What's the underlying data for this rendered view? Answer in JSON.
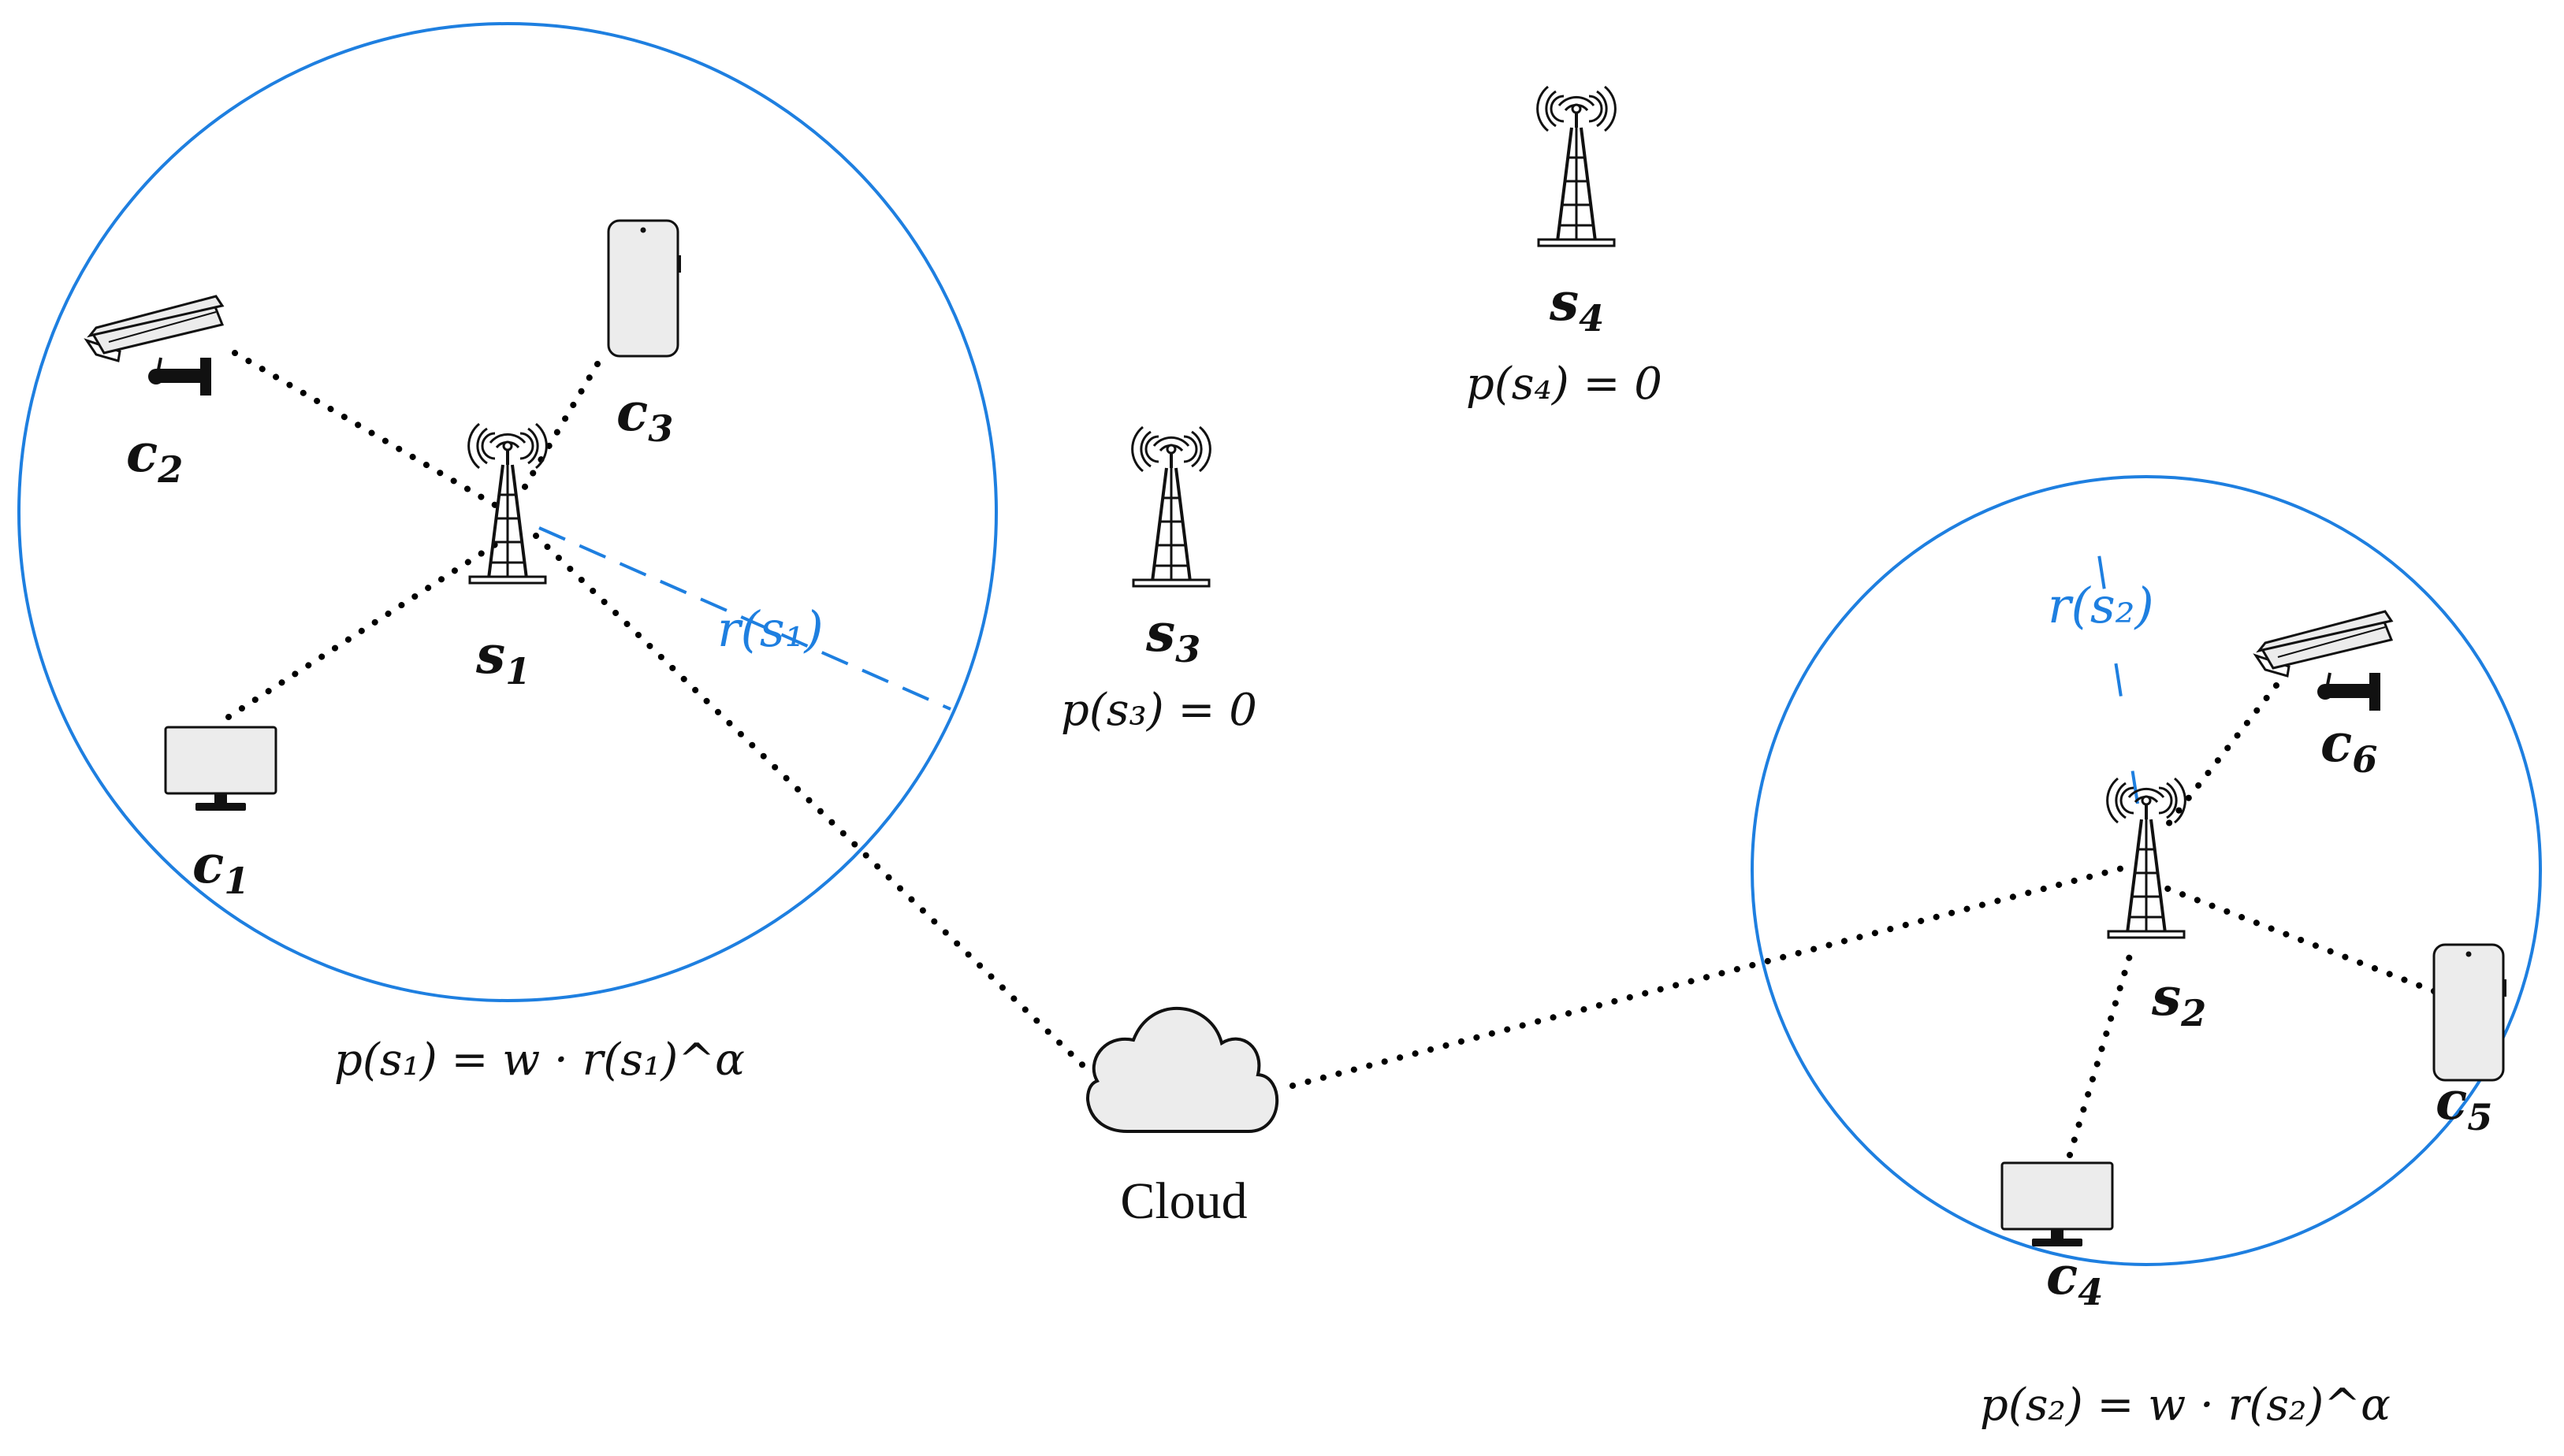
{
  "colors": {
    "coverage": "#1e7fe0",
    "link": "#000000",
    "device_fill": "#ececec",
    "device_stroke": "#111111"
  },
  "servers": [
    {
      "id": "s1",
      "label": "s",
      "sub": "1",
      "price_text": "p(s₁) = w · r(s₁)^α",
      "radius_label": "r(s₁)"
    },
    {
      "id": "s2",
      "label": "s",
      "sub": "2",
      "price_text": "p(s₂) = w · r(s₂)^α",
      "radius_label": "r(s₂)"
    },
    {
      "id": "s3",
      "label": "s",
      "sub": "3",
      "price_text": "p(s₃) = 0"
    },
    {
      "id": "s4",
      "label": "s",
      "sub": "4",
      "price_text": "p(s₄) = 0"
    }
  ],
  "clients": [
    {
      "id": "c1",
      "label": "c",
      "sub": "1",
      "device": "monitor"
    },
    {
      "id": "c2",
      "label": "c",
      "sub": "2",
      "device": "camera"
    },
    {
      "id": "c3",
      "label": "c",
      "sub": "3",
      "device": "phone"
    },
    {
      "id": "c4",
      "label": "c",
      "sub": "4",
      "device": "monitor"
    },
    {
      "id": "c5",
      "label": "c",
      "sub": "5",
      "device": "phone"
    },
    {
      "id": "c6",
      "label": "c",
      "sub": "6",
      "device": "camera"
    }
  ],
  "cloud": {
    "label": "Cloud"
  },
  "links": [
    [
      "c1",
      "s1"
    ],
    [
      "c2",
      "s1"
    ],
    [
      "c3",
      "s1"
    ],
    [
      "s1",
      "cloud"
    ],
    [
      "cloud",
      "s2"
    ],
    [
      "c4",
      "s2"
    ],
    [
      "c5",
      "s2"
    ],
    [
      "c6",
      "s2"
    ]
  ]
}
